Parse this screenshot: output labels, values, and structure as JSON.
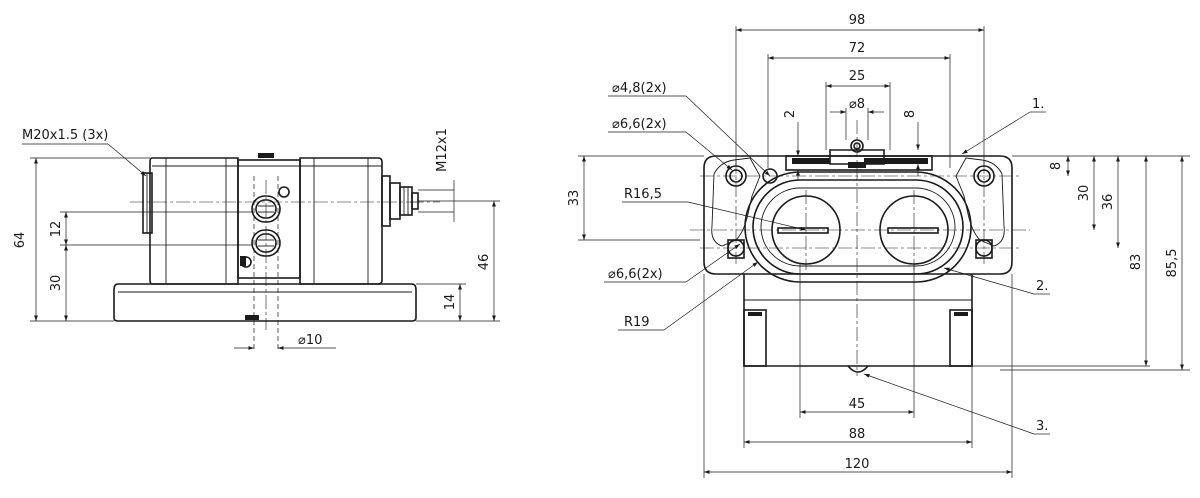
{
  "side_view": {
    "thread_label": "M20x1.5 (3x)",
    "connector_label": "M12x1",
    "dim_height_total": "64",
    "dim_12": "12",
    "dim_30": "30",
    "dim_46": "46",
    "dim_14": "14",
    "dim_diameter": "⌀10"
  },
  "front_view": {
    "dim_98": "98",
    "dim_72": "72",
    "dim_25": "25",
    "dim_diameter_8": "⌀8",
    "dim_2": "2",
    "dim_8_top": "8",
    "dim_33": "33",
    "dim_8_right": "8",
    "dim_30": "30",
    "dim_36": "36",
    "dim_83": "83",
    "dim_85_5": "85,5",
    "dim_45": "45",
    "dim_88": "88",
    "dim_120": "120",
    "hole_4_8": "⌀4,8(2x)",
    "hole_6_6_top": "⌀6,6(2x)",
    "hole_6_6_bottom": "⌀6,6(2x)",
    "radius_16_5": "R16,5",
    "radius_19": "R19",
    "callout_1": "1.",
    "callout_2": "2.",
    "callout_3": "3."
  }
}
